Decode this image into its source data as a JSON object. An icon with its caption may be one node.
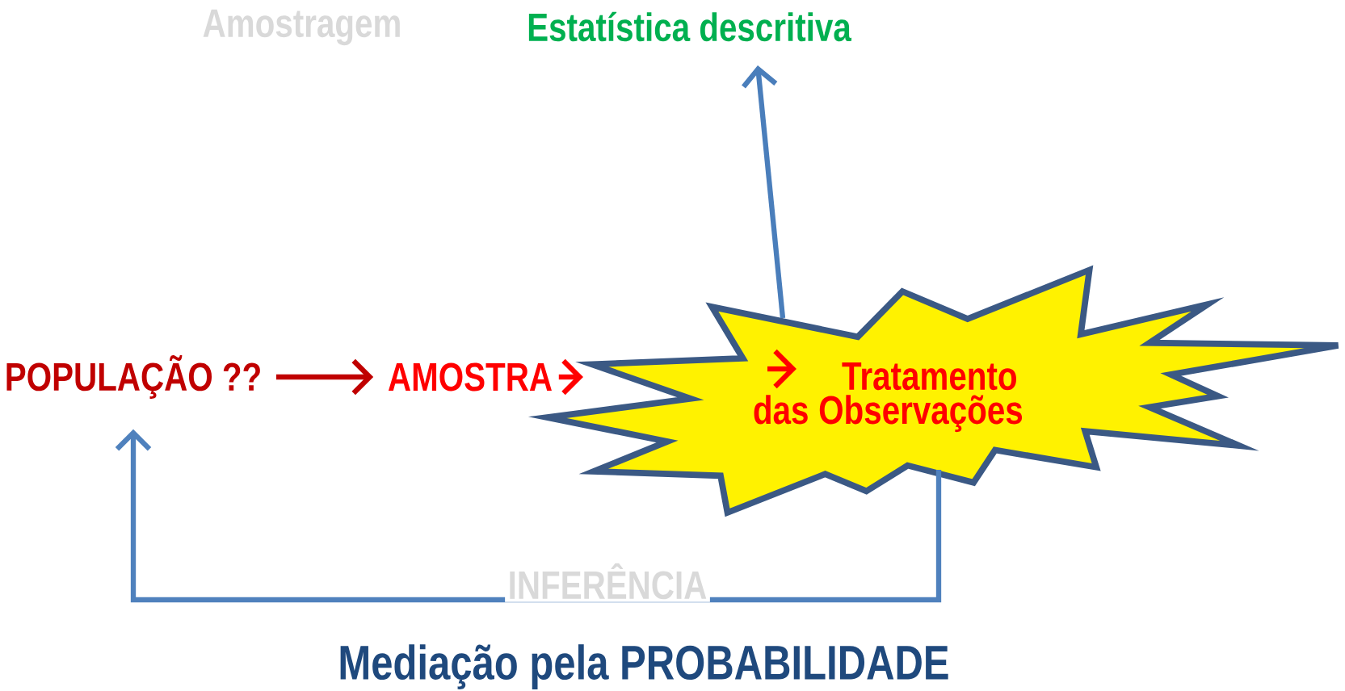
{
  "diagram": {
    "nodes": [
      {
        "text": [
          "POPULAÇÃO ??"
        ]
      },
      {
        "text": [
          "AMOSTRA"
        ]
      },
      {
        "text": [
          "Tratamento das Observações"
        ]
      },
      {
        "text": [
          "Estatística descritiva"
        ]
      }
    ],
    "edges": [
      {
        "from": 0,
        "to": 1,
        "arrow": "to",
        "color": "#c00000"
      },
      {
        "from": 1,
        "to": 2,
        "arrow": "to",
        "color": "#ff0000"
      },
      {
        "from": 2,
        "to": 3,
        "arrow": "to",
        "color": "#4a7ebb"
      },
      {
        "from": 2,
        "to": 0,
        "arrow": "to",
        "color": "#4f81bd",
        "label": "INFERÊNCIA"
      }
    ],
    "labels": [
      "Amostragem",
      "Mediação pela PROBABILIDADE"
    ]
  }
}
